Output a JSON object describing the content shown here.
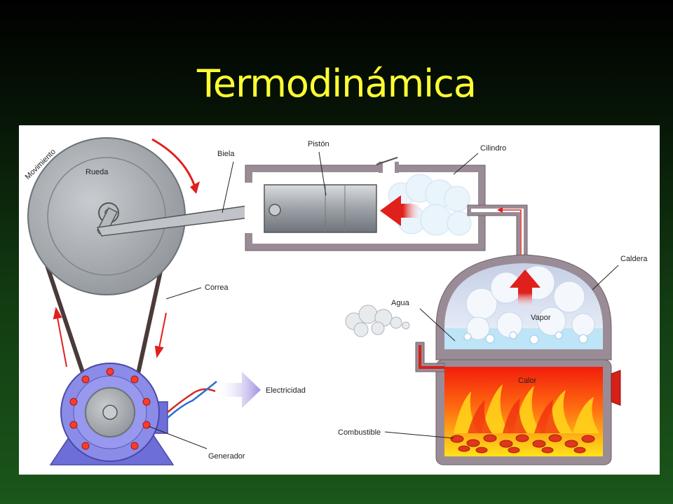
{
  "title": "Termodinámica",
  "labels": {
    "movimiento": "Movimiento",
    "rueda": "Rueda",
    "biela": "Biela",
    "piston": "Pistón",
    "cilindro": "Cilindro",
    "caldera": "Caldera",
    "correa": "Correa",
    "agua": "Agua",
    "vapor": "Vapor",
    "calor": "Calor",
    "electricidad": "Electricidad",
    "combustible": "Combustible",
    "generador": "Generador"
  },
  "colors": {
    "title": "#ffff33",
    "metal": "#9a9fa5",
    "generator": "#7f7fe6",
    "flow_arrow": "#e0201c",
    "fire_red": "#f22a10",
    "fire_yellow": "#ffe11a",
    "electricity_arrow": "#9e8fe0"
  }
}
